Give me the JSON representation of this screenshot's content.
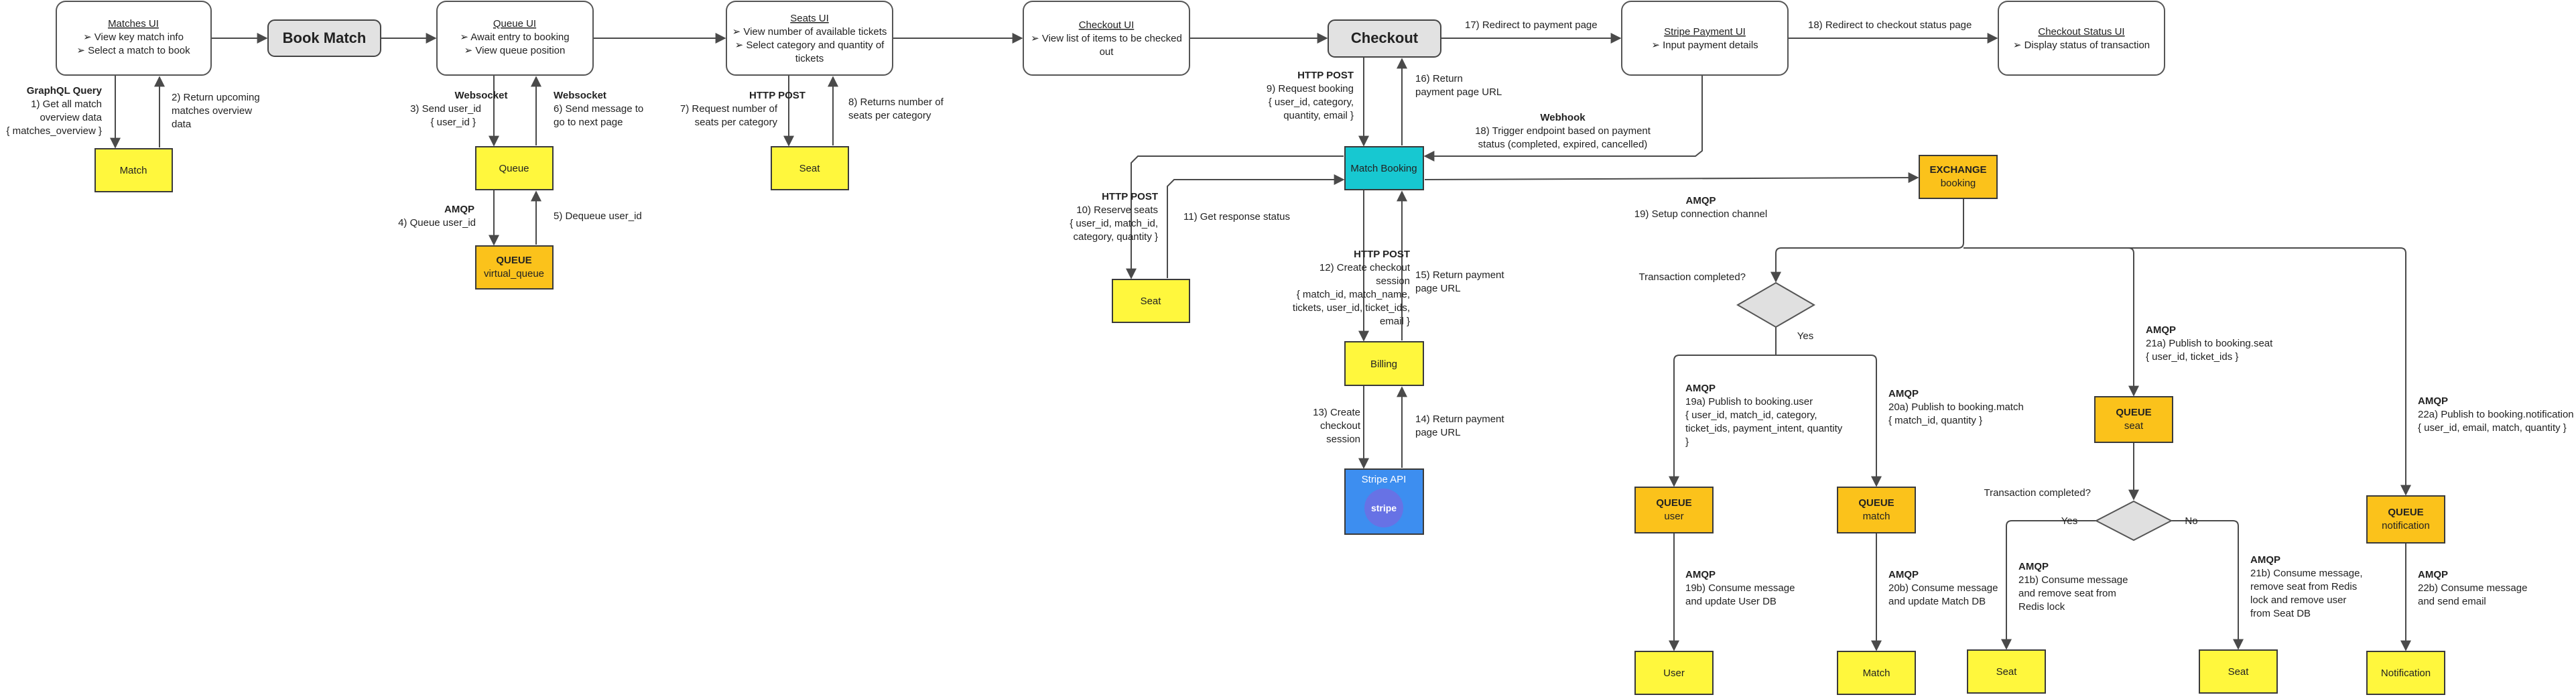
{
  "ui": {
    "matches": {
      "title": "Matches UI",
      "l1": "➢ View key match info",
      "l2": "➢ Select a match to book"
    },
    "book_match": "Book Match",
    "queue": {
      "title": "Queue UI",
      "l1": "➢ Await entry to booking",
      "l2": "➢ View queue position"
    },
    "seats": {
      "title": "Seats UI",
      "l1": "➢ View number of available tickets",
      "l2": "➢ Select category and quantity of",
      "l3": "tickets"
    },
    "checkout_ui": {
      "title": "Checkout UI",
      "l1": "➢ View list of items to be checked",
      "l2": "out"
    },
    "checkout": "Checkout",
    "stripe_payment": {
      "title": "Stripe Payment UI",
      "l1": "➢ Input payment details"
    },
    "checkout_status": {
      "title": "Checkout Status UI",
      "l1": "➢ Display status of transaction"
    }
  },
  "services": {
    "match": "Match",
    "queue": "Queue",
    "seat": "Seat",
    "match_booking": "Match Booking",
    "seat2": "Seat",
    "billing": "Billing",
    "stripe_api": "Stripe API",
    "stripe_logo": "stripe",
    "user": "User",
    "match2": "Match",
    "seat3": "Seat",
    "seat4": "Seat",
    "notification": "Notification"
  },
  "queues": {
    "virtual": {
      "label": "QUEUE",
      "name": "virtual_queue"
    },
    "exchange": {
      "label": "EXCHANGE",
      "name": "booking"
    },
    "user": {
      "label": "QUEUE",
      "name": "user"
    },
    "match": {
      "label": "QUEUE",
      "name": "match"
    },
    "seat": {
      "label": "QUEUE",
      "name": "seat"
    },
    "notification": {
      "label": "QUEUE",
      "name": "notification"
    }
  },
  "decisions": {
    "q1": "Transaction completed?",
    "q1_yes": "Yes",
    "q2": "Transaction completed?",
    "q2_yes": "Yes",
    "q2_no": "No"
  },
  "labels": {
    "l1": {
      "h": "GraphQL Query",
      "a": "1) Get all match",
      "b": "overview data",
      "c": "{ matches_overview }"
    },
    "l2": {
      "a": "2) Return upcoming",
      "b": "matches overview",
      "c": "data"
    },
    "l3": {
      "h": "Websocket",
      "a": "3) Send user_id",
      "b": "{ user_id }"
    },
    "l4": {
      "h": "AMQP",
      "a": "4) Queue user_id"
    },
    "l5": {
      "a": "5) Dequeue user_id"
    },
    "l6": {
      "h": "Websocket",
      "a": "6) Send message to",
      "b": "go to next page"
    },
    "l7": {
      "h": "HTTP POST",
      "a": "7) Request number of",
      "b": "seats per category"
    },
    "l8": {
      "a": "8) Returns number of",
      "b": "seats per category"
    },
    "l9": {
      "h": "HTTP POST",
      "a": "9) Request booking",
      "b": "{ user_id, category,",
      "c": "quantity, email }"
    },
    "l10": {
      "h": "HTTP POST",
      "a": "10) Reserve seats",
      "b": "{ user_id, match_id,",
      "c": "category, quantity }"
    },
    "l11": {
      "a": "11) Get response status"
    },
    "l12": {
      "h": "HTTP POST",
      "a": "12) Create checkout",
      "b": "session",
      "c": "{ match_id, match_name,",
      "d": "tickets, user_id, ticket_ids,",
      "e": "email }"
    },
    "l13": {
      "a": "13) Create",
      "b": "checkout",
      "c": "session"
    },
    "l14": {
      "a": "14) Return payment",
      "b": "page URL"
    },
    "l15": {
      "a": "15) Return payment",
      "b": "page URL"
    },
    "l16": {
      "a": "16) Return",
      "b": "payment page URL"
    },
    "l17": {
      "a": "17) Redirect to payment page"
    },
    "l18": {
      "a": "18) Redirect to checkout status page"
    },
    "l18w": {
      "h": "Webhook",
      "a": "18) Trigger endpoint based on payment",
      "b": "status (completed, expired, cancelled)"
    },
    "l19": {
      "h": "AMQP",
      "a": "19) Setup connection channel"
    },
    "l19a": {
      "h": "AMQP",
      "a": "19a) Publish to booking.user",
      "b": "{ user_id, match_id, category,",
      "c": "ticket_ids, payment_intent, quantity",
      "d": "}"
    },
    "l19b": {
      "h": "AMQP",
      "a": "19b) Consume message",
      "b": "and update User DB"
    },
    "l20a": {
      "h": "AMQP",
      "a": "20a) Publish to booking.match",
      "b": "{ match_id, quantity }"
    },
    "l20b": {
      "h": "AMQP",
      "a": "20b) Consume message",
      "b": "and update Match DB"
    },
    "l21a": {
      "h": "AMQP",
      "a": "21a) Publish to booking.seat",
      "b": "{ user_id, ticket_ids }"
    },
    "l21b_yes": {
      "h": "AMQP",
      "a": "21b) Consume message",
      "b": "and remove seat from",
      "c": "Redis lock"
    },
    "l21b_no": {
      "h": "AMQP",
      "a": "21b) Consume message,",
      "b": "remove seat from Redis",
      "c": "lock and remove user",
      "d": "from Seat DB"
    },
    "l22a": {
      "h": "AMQP",
      "a": "22a) Publish to booking.notification",
      "b": "{ user_id, email, match, quantity }"
    },
    "l22b": {
      "h": "AMQP",
      "a": "22b) Consume message",
      "b": "and send email"
    }
  }
}
